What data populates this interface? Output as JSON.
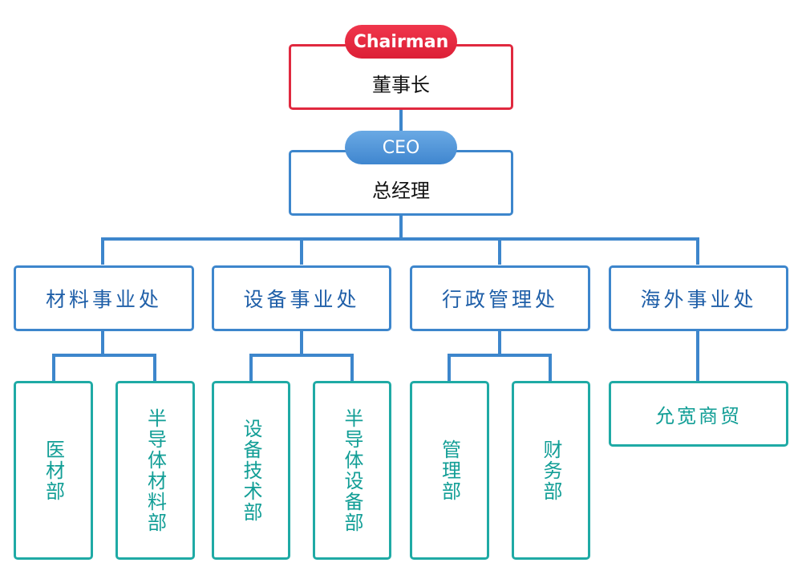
{
  "top": {
    "badge": "Chairman",
    "title": "董事长"
  },
  "ceo": {
    "badge": "CEO",
    "title": "总经理"
  },
  "departments": [
    {
      "name": "材料事业处",
      "units": [
        "医材部",
        "半导体材料部"
      ]
    },
    {
      "name": "设备事业处",
      "units": [
        "设备技术部",
        "半导体设备部"
      ]
    },
    {
      "name": "行政管理处",
      "units": [
        "管理部",
        "财务部"
      ]
    },
    {
      "name": "海外事业处",
      "units": [
        "允宽商贸"
      ]
    }
  ],
  "colors": {
    "chairman": "#e0293f",
    "ceo": "#3d86cc",
    "connector": "#3d86cc",
    "unit": "#1faaa5"
  }
}
